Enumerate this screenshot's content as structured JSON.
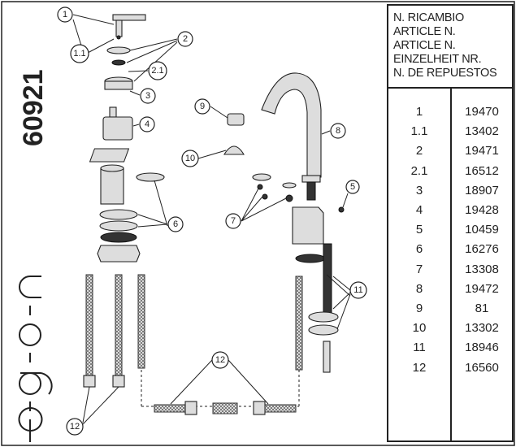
{
  "model_number": "60921",
  "brand_logo": "e-go-n",
  "callouts": {
    "c1": "1",
    "c1_1": "1.1",
    "c2": "2",
    "c2_1": "2.1",
    "c3": "3",
    "c4": "4",
    "c5": "5",
    "c6": "6",
    "c7": "7",
    "c8": "8",
    "c9": "9",
    "c10": "10",
    "c11": "11",
    "c12a": "12",
    "c12b": "12"
  },
  "table": {
    "header": [
      "N. RICAMBIO",
      "ARTICLE N.",
      "ARTICLE N.",
      "EINZELHEIT NR.",
      "N. DE REPUESTOS"
    ],
    "rows": [
      {
        "item": "1",
        "code": "19470"
      },
      {
        "item": "1.1",
        "code": "13402"
      },
      {
        "item": "2",
        "code": "19471"
      },
      {
        "item": "2.1",
        "code": "16512"
      },
      {
        "item": "3",
        "code": "18907"
      },
      {
        "item": "4",
        "code": "19428"
      },
      {
        "item": "5",
        "code": "10459"
      },
      {
        "item": "6",
        "code": "16276"
      },
      {
        "item": "7",
        "code": "13308"
      },
      {
        "item": "8",
        "code": "19472"
      },
      {
        "item": "9",
        "code": "81"
      },
      {
        "item": "10",
        "code": "13302"
      },
      {
        "item": "11",
        "code": "18946"
      },
      {
        "item": "12",
        "code": "16560"
      }
    ]
  }
}
